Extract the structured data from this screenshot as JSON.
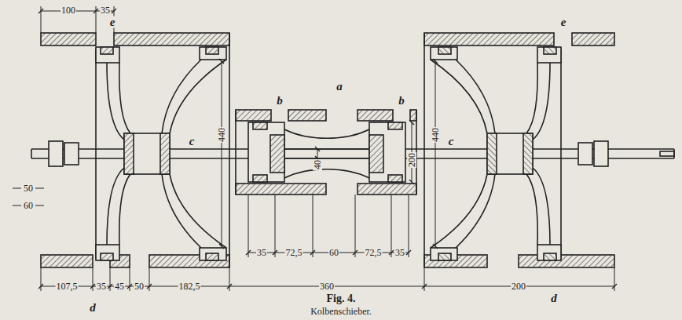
{
  "diagram": {
    "title": "Fig. 4.",
    "caption": "Kolbenschieber.",
    "labels": [
      "100",
      "35",
      "e",
      "e",
      "a",
      "b",
      "b",
      "c",
      "440",
      "40",
      "200",
      "c",
      "440",
      "50",
      "60",
      "35",
      "72,5",
      "60",
      "72,5",
      "35",
      "107,5",
      "35",
      "45",
      "50",
      "182,5",
      "360",
      "200",
      "d",
      "d"
    ]
  }
}
